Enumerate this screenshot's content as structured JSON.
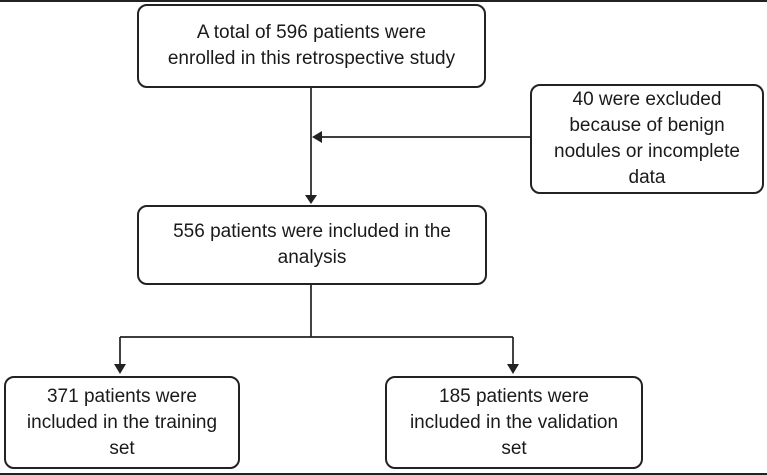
{
  "figure": {
    "background": "#ffffff",
    "line_color": "#222222",
    "text_color": "#1a1a1a",
    "nodes": {
      "enrolled": {
        "lines": [
          "A total of 596 patients were",
          "enrolled in this retrospective study"
        ]
      },
      "excluded": {
        "lines": [
          "40 were excluded",
          "because of benign",
          "nodules or incomplete",
          "data"
        ]
      },
      "analysis": {
        "lines": [
          "556 patients were included in the",
          "analysis"
        ]
      },
      "training": {
        "lines": [
          "371 patients were",
          "included in the training",
          "set"
        ]
      },
      "validation": {
        "lines": [
          "185 patients were",
          "included in the validation",
          "set"
        ]
      }
    }
  }
}
